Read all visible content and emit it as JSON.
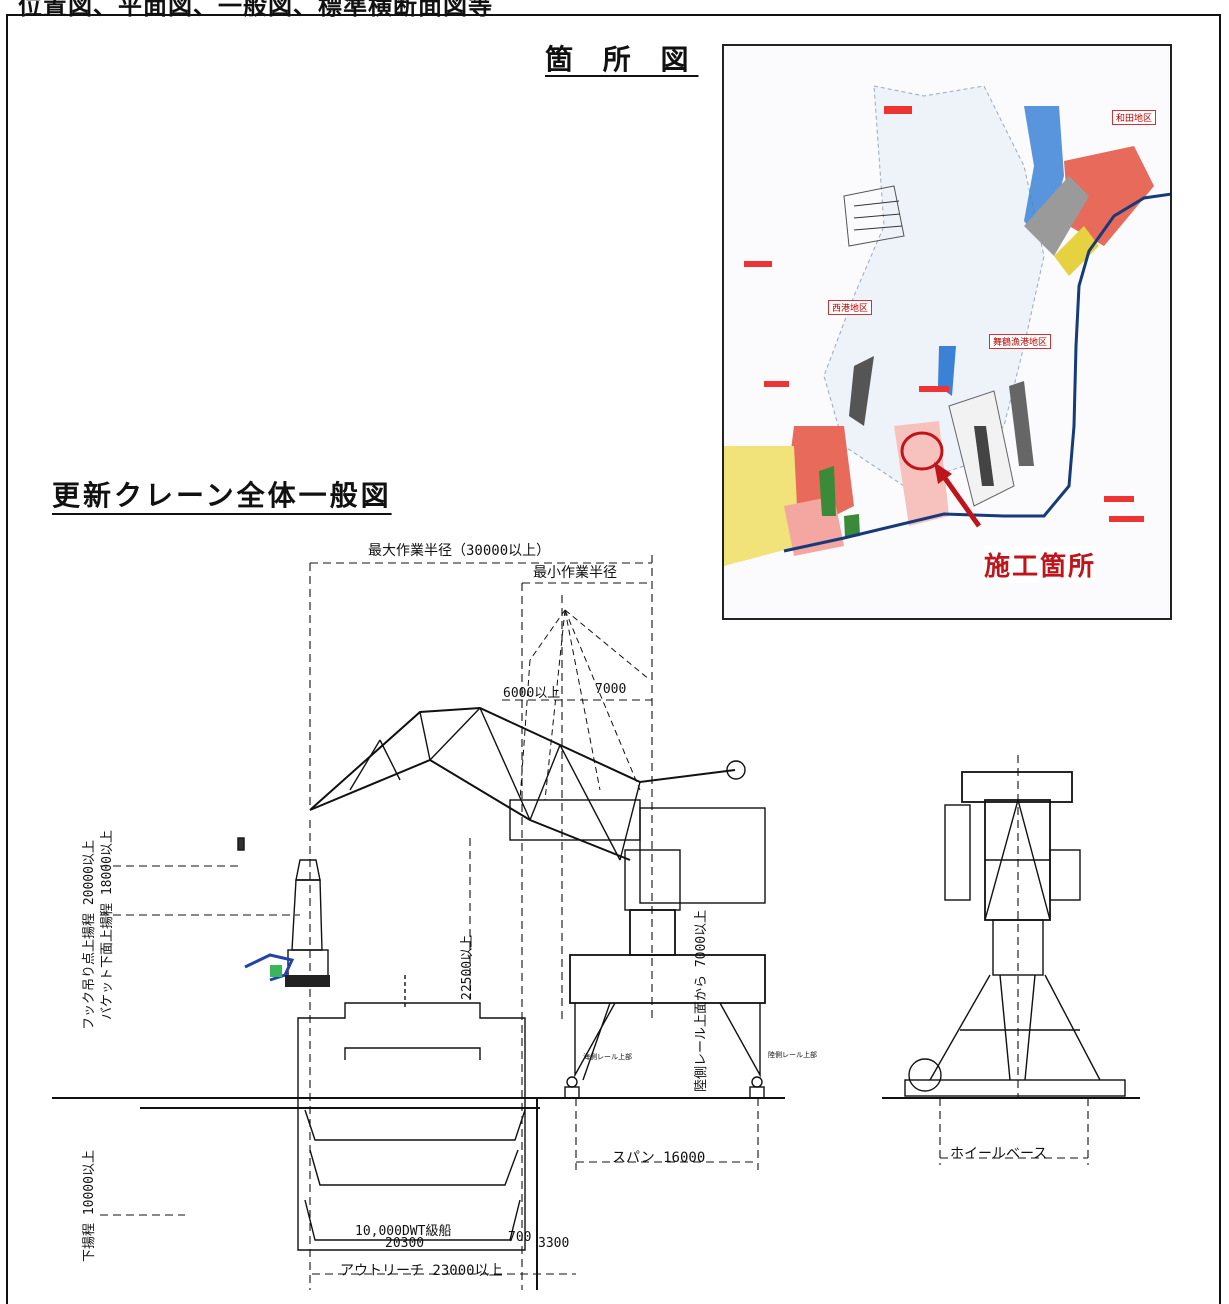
{
  "heading": "位置図、平面図、一般図、標準横断面図等",
  "location_map": {
    "title": "箇 所 図",
    "districts": [
      "和田地区",
      "西港地区",
      "舞鶴漁港地区"
    ],
    "site_label": "施工箇所"
  },
  "crane": {
    "title": "更新クレーン全体一般図",
    "dimensions": {
      "max_radius": "最大作業半径（30000以上）",
      "min_radius": "最小作業半径",
      "dim_6000": "6000以上",
      "dim_7000": "7000",
      "lift_above": "フック吊り点上揚程 20000以上",
      "bucket_lift": "バケット下面上揚程 18000以上",
      "height_22500": "22500以上",
      "height_7000": "陸側レール上面から 7000以上",
      "lower_lift": "下揚程 10000以上",
      "span": "スパン 16000",
      "wheel_base": "ホイールベース",
      "ship": "10,000DWT級船",
      "ship_width": "20300",
      "dim_700": "700",
      "dim_3300": "3300",
      "outreach": "アウトリーチ 23000以上"
    },
    "notes": {
      "sea_rail": "海側レール上部",
      "land_rail": "陸側レール上部"
    }
  }
}
